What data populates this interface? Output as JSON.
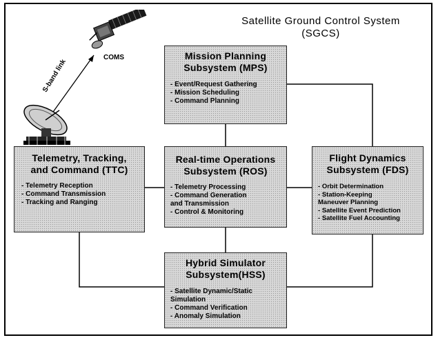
{
  "system_title": {
    "line1": "Satellite Ground Control System",
    "line2": "(SGCS)"
  },
  "satellite": {
    "label": "COMS",
    "icon": "satellite-icon"
  },
  "ground_station": {
    "icon": "antenna-dish-icon"
  },
  "link": {
    "label": "S-band link"
  },
  "subsystems": {
    "mps": {
      "title_line1": "Mission Planning",
      "title_line2": "Subsystem (MPS)",
      "items": [
        "Event/Request Gathering",
        "Mission Scheduling",
        "Command Planning"
      ]
    },
    "ttc": {
      "title_line1": "Telemetry, Tracking,",
      "title_line2": "and Command (TTC)",
      "items": [
        "Telemetry Reception",
        "Command Transmission",
        "Tracking and Ranging"
      ]
    },
    "ros": {
      "title_line1": "Real-time Operations",
      "title_line2": "Subsystem (ROS)",
      "items": [
        "Telemetry Processing",
        "Command Generation\nand Transmission",
        "Control & Monitoring"
      ]
    },
    "fds": {
      "title_line1": "Flight Dynamics",
      "title_line2": "Subsystem (FDS)",
      "items": [
        "Orbit Determination",
        "Station-Keeping\nManeuver Planning",
        "Satellite Event Prediction",
        "Satellite Fuel Accounting"
      ]
    },
    "hss": {
      "title_line1": "Hybrid Simulator",
      "title_line2": "Subsystem(HSS)",
      "items": [
        "Satellite Dynamic/Static\nSimulation",
        "Command Verification",
        "Anomaly Simulation"
      ]
    }
  },
  "colors": {
    "box_fill": "#d8d8d8",
    "line": "#000000"
  }
}
